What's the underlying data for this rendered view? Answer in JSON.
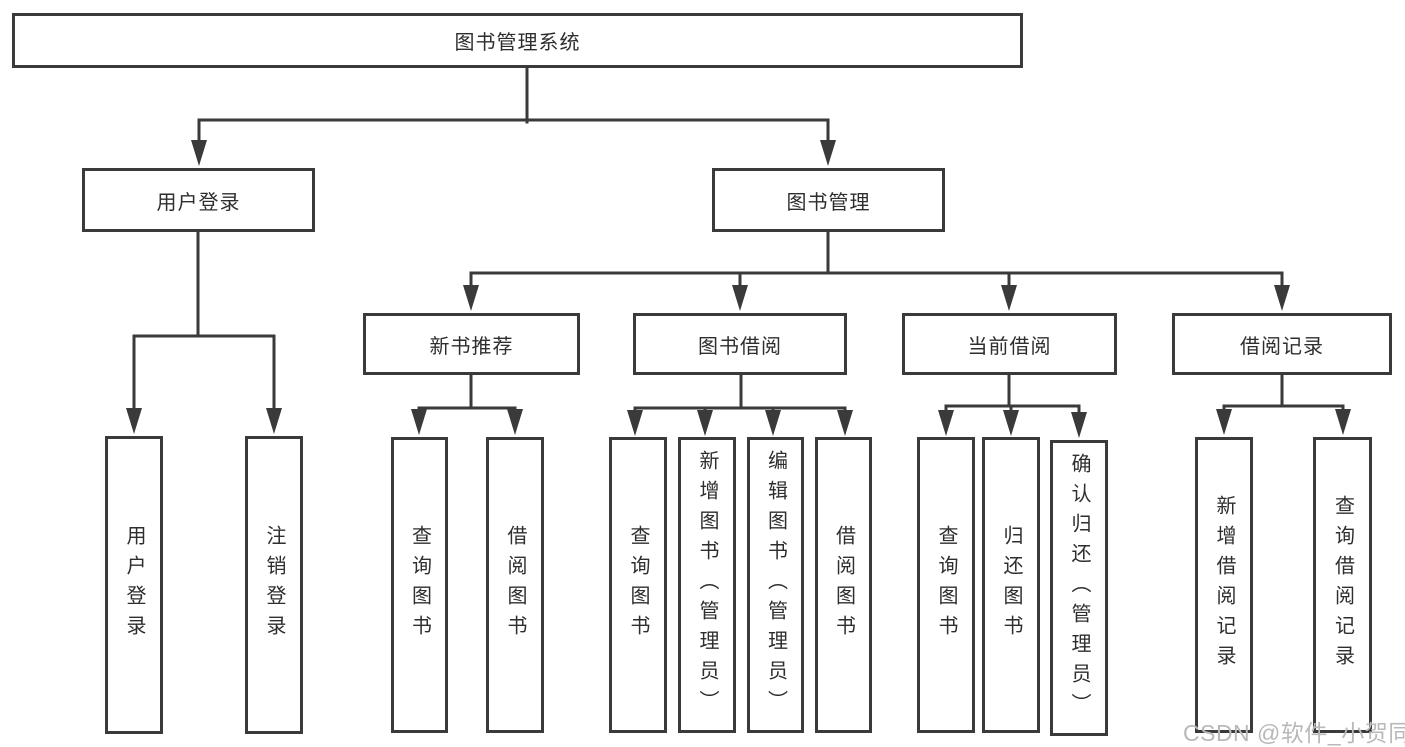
{
  "tree": {
    "root": "图书管理系统",
    "branches": [
      {
        "label": "用户登录",
        "leaves": [
          "用户登录",
          "注销登录"
        ]
      },
      {
        "label": "图书管理",
        "children": [
          {
            "label": "新书推荐",
            "leaves": [
              "查询图书",
              "借阅图书"
            ]
          },
          {
            "label": "图书借阅",
            "leaves": [
              "查询图书",
              "新增图书（管理员）",
              "编辑图书（管理员）",
              "借阅图书"
            ]
          },
          {
            "label": "当前借阅",
            "leaves": [
              "查询图书",
              "归还图书",
              "确认归还（管理员）"
            ]
          },
          {
            "label": "借阅记录",
            "leaves": [
              "新增借阅记录",
              "查询借阅记录"
            ]
          }
        ]
      }
    ]
  },
  "watermark": "CSDN @软件_小贺同学",
  "colors": {
    "line": "#3a3a3a",
    "text": "#2e2e2e",
    "watermark": "#b9b9b9",
    "background": "#ffffff"
  }
}
